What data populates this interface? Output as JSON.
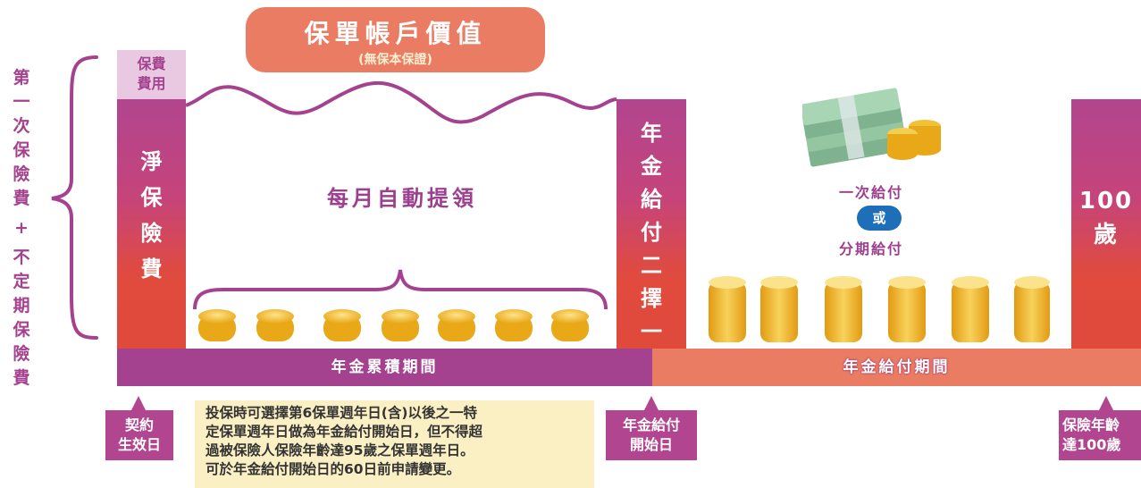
{
  "side_label": {
    "line1": [
      "第",
      "一",
      "次",
      "保",
      "險",
      "費"
    ],
    "plus": "+",
    "line2": [
      "不",
      "定",
      "期",
      "保",
      "險",
      "費"
    ]
  },
  "premium_fee": {
    "line1": "保費",
    "line2": "費用"
  },
  "net_premium": [
    "淨",
    "保",
    "險",
    "費"
  ],
  "title": {
    "main": "保單帳戶價值",
    "sub": "(無保本保證)"
  },
  "monthly_withdrawal": "每月自動提領",
  "choice": [
    "年",
    "金",
    "給",
    "付",
    "二",
    "擇",
    "一"
  ],
  "lump_sum": "一次給付",
  "or": "或",
  "installment": "分期給付",
  "age_100": {
    "number": "100",
    "unit": "歲"
  },
  "accumulation_period": "年金累積期間",
  "payout_period": "年金給付期間",
  "markers": {
    "effective": {
      "line1": "契約",
      "line2": "生效日"
    },
    "payout_start": {
      "line1": "年金給付",
      "line2": "開始日"
    },
    "age_100": {
      "line1": "保險年齡",
      "line2": "達100歲"
    }
  },
  "note": [
    "投保時可選擇第6保單週年日(含)以後之一特",
    "定保單週年日做為年金給付開始日，但不得超",
    "過被保險人保險年齡達95歲之保單週年日。",
    "可於年金給付開始日的60日前申請變更。"
  ],
  "colors": {
    "purple": "#a5428f",
    "salmon": "#ea7c63",
    "red": "#df4a3b",
    "blue": "#1f6fb8",
    "gold": "#f0b81c",
    "note_bg": "#fbf0c4"
  }
}
